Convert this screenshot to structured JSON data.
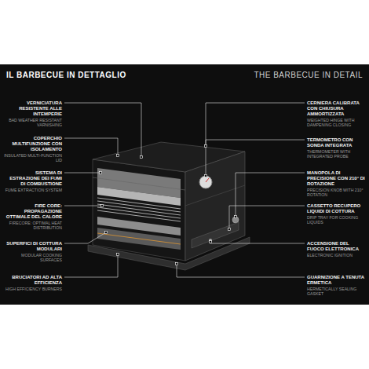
{
  "diagram": {
    "title": "IL BARBECUE IN DETTAGLIO",
    "labels": [
      "THE BARBECUE IN DETAIL",
      "VERNICIATURA RESISTENTE ALLE INTEMPERIE",
      "BAD WEATHER RESISTANT VARNISHING",
      "COPERCHIO MULTIFUNZIONE CON ISOLAMENTO",
      "INSULATED MULTI-FUNCTION LID",
      "SISTEMA DI ESTRAZIONE DEI FUMI DI COMBUSTIONE",
      "FUME EXTRACTION SYSTEM",
      "FIRE CORE: PROPAGAZIONE OTTIMALE DEL CALORE",
      "FIRECORE: OPTIMAL HEAT DISTRIBUTION",
      "SUPERFICI DI COTTURA MODULARI",
      "MODULAR COOKING SURFACES",
      "BRUCIATORI AD ALTA EFFICIENZA",
      "HIGH EFFICIENCY BURNERS",
      "CERNIERA CALIBRATA CON CHIUSURA AMMORTIZZATA",
      "WEIGHTED HINGE WITH DAMPENING CLOSING",
      "TERMOMETRO CON SONDA INTEGRATA",
      "THERMOMETER WITH INTEGRATED PROBE",
      "MANOPOLA DI PRECISIONE CON 210° DI ROTAZIONE",
      "PRECISION KNOB WITH 210° ROTATION",
      "CASSETTO RECUPERO LIQUIDI DI COTTURA",
      "DRIP TRAY FOR COOKING LIQUIDS",
      "ACCENSIONE DEL FUOCO ELETTRONICA",
      "ELECTRONIC IGNITION",
      "GUARNIZIONE A TENUTA ERMETICA",
      "HERMETICALLY SEALING GASKET"
    ]
  }
}
